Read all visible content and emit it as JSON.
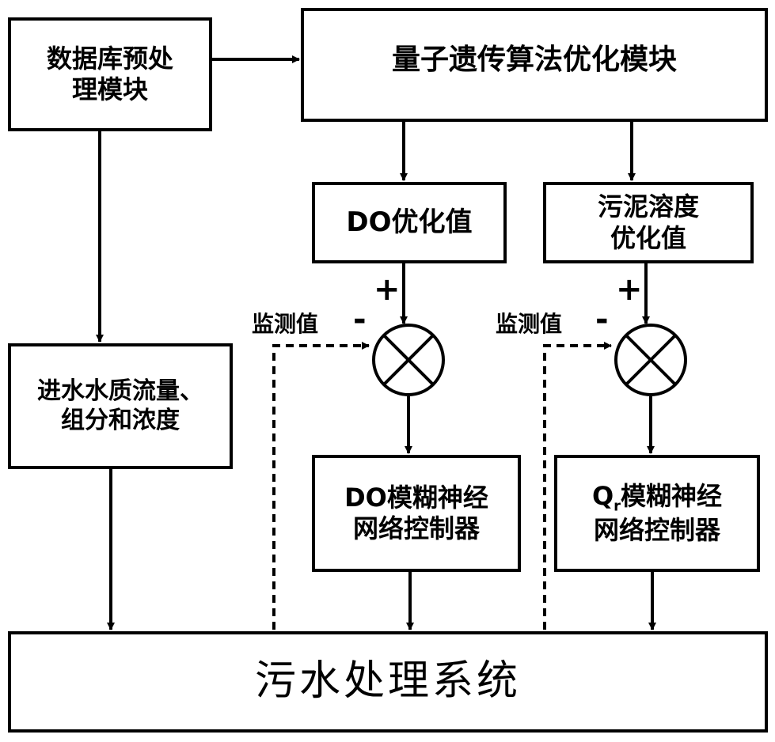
{
  "nodes": {
    "db_preprocess": {
      "line1": "数据库预处",
      "line2": "理模块"
    },
    "qga": {
      "label": "量子遗传算法优化模块"
    },
    "do_opt": {
      "label": "DO优化值"
    },
    "sludge_opt": {
      "line1": "污泥溶度",
      "line2": "优化值"
    },
    "influent": {
      "line1": "进水水质流量、",
      "line2": "组分和浓度"
    },
    "do_fnn": {
      "line1": "DO模糊神经",
      "line2": "网络控制器"
    },
    "qr_fnn": {
      "q": "Q",
      "sub": "r",
      "line1_rest": "模糊神经",
      "line2": "网络控制器"
    },
    "wwtp": {
      "label": "污水处理系统"
    }
  },
  "labels": {
    "monitor_left": "监测值",
    "monitor_right": "监测值",
    "plus": "+",
    "minus": "-"
  },
  "colors": {
    "stroke": "#000000",
    "background": "#ffffff"
  }
}
